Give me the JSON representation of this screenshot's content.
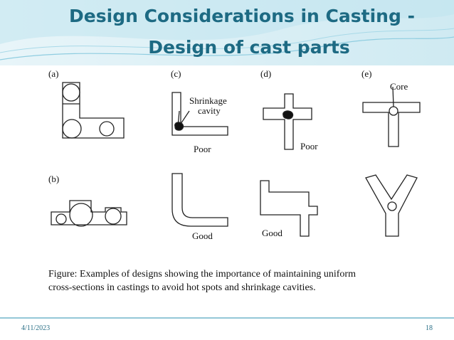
{
  "slide": {
    "title_line1": "Design Considerations in Casting -",
    "title_line2": "Design of cast  parts",
    "date": "4/11/2023",
    "page_number": "18"
  },
  "figure": {
    "panel_a": "(a)",
    "panel_b": "(b)",
    "panel_c": "(c)",
    "panel_d": "(d)",
    "panel_e": "(e)",
    "shrinkage_line1": "Shrinkage",
    "shrinkage_line2": "cavity",
    "core": "Core",
    "poor_c": "Poor",
    "poor_d": "Poor",
    "good_c": "Good",
    "good_d": "Good"
  },
  "caption": {
    "line1": "Figure: Examples of designs showing the importance of maintaining uniform",
    "line2": "cross-sections in castings to avoid hot spots and shrinkage cavities."
  },
  "theme": {
    "title_color": "#1d6a83",
    "accent_teal": "#2a8fb0"
  }
}
